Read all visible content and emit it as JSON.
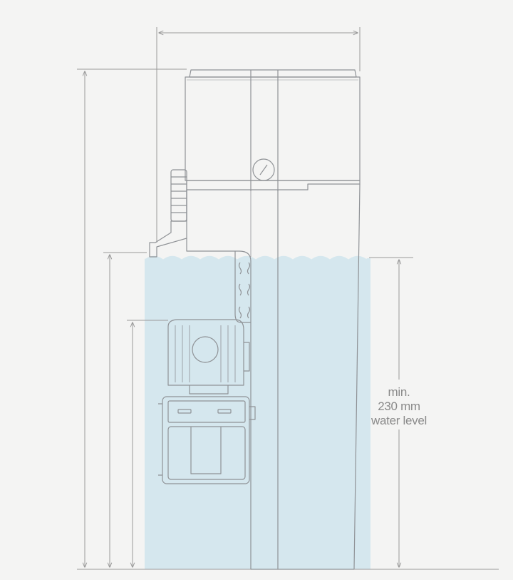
{
  "annotation": {
    "line1": "min.",
    "line2": "230 mm",
    "line3": "water level"
  },
  "colors": {
    "background": "#f4f4f3",
    "water": "#d5e7ee",
    "outline": "#8f9296",
    "dimension_line": "#9a9a9a",
    "label": "#8a8a8a"
  }
}
